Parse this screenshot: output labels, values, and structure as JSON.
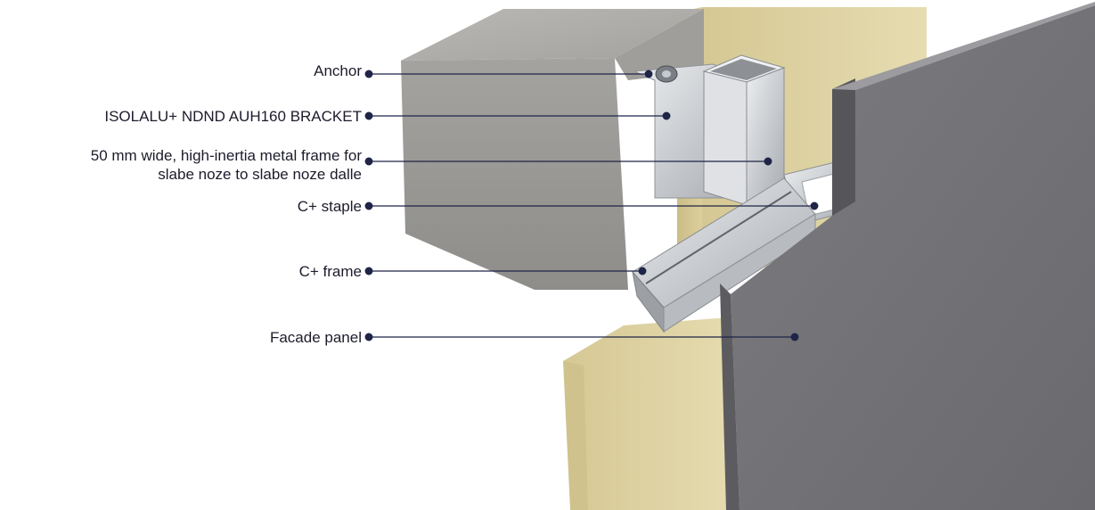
{
  "colors": {
    "leader": "#1f2547",
    "concrete": "#a9a9a6",
    "insulation": "#ddd1a1",
    "panel": "#76767a",
    "metal": "#d3d5d8",
    "text": "#1c1c2c"
  },
  "labels": {
    "anchor": "Anchor",
    "bracket": "ISOLALU+ NDND AUH160 BRACKET",
    "frame_line1": "50 mm wide, high-inertia metal frame for",
    "frame_line2": "slabe noze to slabe noze dalle",
    "staple": "C+ staple",
    "cframe": "C+ frame",
    "panel": "Facade panel"
  }
}
